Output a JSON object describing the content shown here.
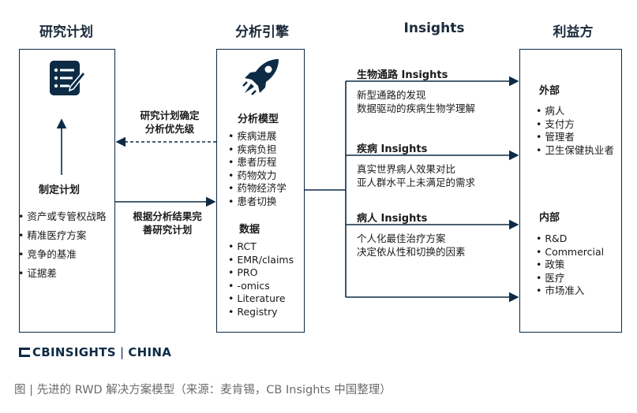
{
  "columns": {
    "research": "研究计划",
    "engine": "分析引擎",
    "insights": "Insights",
    "stakeholders": "利益方"
  },
  "research_box": {
    "icon": "checklist-icon",
    "plan_label": "制定计划",
    "items": [
      "资产或专管权战略",
      "精准医疗方案",
      "竞争的基准",
      "证据差"
    ]
  },
  "arrows": {
    "top_label_line1": "研究计划确定",
    "top_label_line2": "分析优先级",
    "bottom_label_line1": "根据分析结果完",
    "bottom_label_line2": "善研究计划"
  },
  "engine_box": {
    "icon": "rocket-icon",
    "models_title": "分析模型",
    "models": [
      "疾病进展",
      "疾病负担",
      "患者历程",
      "药物效力",
      "药物经济学",
      "患者切换"
    ],
    "data_title": "数据",
    "data": [
      "RCT",
      "EMR/claims",
      "PRO",
      "-omics",
      "Literature",
      "Registry"
    ]
  },
  "insights": [
    {
      "title": "生物通路 Insights",
      "line1": "新型通路的发现",
      "line2": "数据驱动的疾病生物学理解"
    },
    {
      "title": "疾病 Insights",
      "line1": "真实世界病人效果对比",
      "line2": "亚人群水平上未满足的需求"
    },
    {
      "title": "病人 Insights",
      "line1": "个人化最佳治疗方案",
      "line2": "决定依从性和切换的因素"
    }
  ],
  "stakeholder_box": {
    "external_title": "外部",
    "external": [
      "病人",
      "支付方",
      "管理者",
      "卫生保健执业者"
    ],
    "internal_title": "内部",
    "internal": [
      "R&D",
      "Commercial",
      "政策",
      "医疗",
      "市场准入"
    ]
  },
  "logo": {
    "brand": "CBINSIGHTS",
    "region": "CHINA"
  },
  "caption": "图 | 先进的 RWD 解决方案模型（来源：麦肯锡，CB Insights 中国整理）",
  "colors": {
    "navy": "#0d2b45",
    "caption": "#6b6b6b"
  }
}
